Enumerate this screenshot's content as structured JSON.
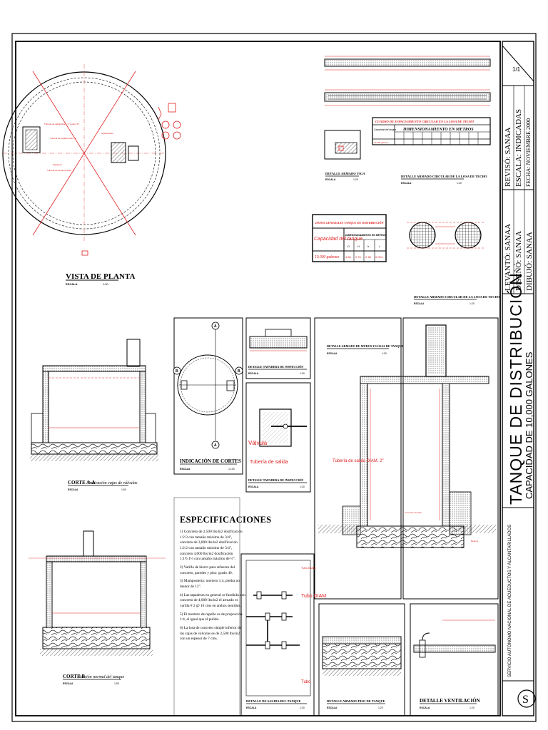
{
  "views": {
    "plan": {
      "title": "VISTA DE PLANTA",
      "scale_label": "ESCALA",
      "scale": "1:50",
      "labels": [
        "Tubería de salida Diam. 3\" (prolg. 6\")",
        "Tubería de rebalse Diam. 3\"",
        "Tubería de limpieza Diam. 2\"",
        "Hipoclorador",
        "Tapadera"
      ]
    },
    "cut_a": {
      "title": "CORTE A-A",
      "subtitle": "Indicación cajas de válvulas",
      "scale_label": "ESCALA",
      "scale": "1:50"
    },
    "cut_b": {
      "title": "CORTE B",
      "subtitle": "Sección normal del tanque",
      "scale_label": "ESCALA",
      "scale": "1:50"
    },
    "cut_index": {
      "title": "INDICACIÓN DE CORTES",
      "scale_label": "ESCALA",
      "scale": "1:100",
      "markers": [
        "A",
        "A",
        "B",
        "B"
      ]
    },
    "lid_top": {
      "title": "DETALLE TAPADERA DE INSPECCIÓN",
      "scale_label": "ESCALA",
      "scale": "1:20"
    },
    "lid_front": {
      "title": "DETALLE TAPADERA DE INSPECCIÓN",
      "scale_label": "ESCALA",
      "scale": "1:20",
      "labels": [
        "Tubería de salida",
        "Válvula"
      ]
    },
    "wall_reinf": {
      "title": "DETALLE ARMADO DE MUROS Y LOSAS DE TANQUE",
      "scale_label": "ESCALA",
      "scale": "1:20",
      "labels": [
        "Tubería de salida DIAM. 2\"",
        "Losa de concreto",
        "Relleno"
      ]
    },
    "outlet": {
      "title": "DETALLE DE SALIDA DEL TANQUE",
      "scale_label": "ESCALA",
      "scale": "1:20",
      "labels": [
        "Tubo DIAM",
        "Tubo DIAM",
        "Tubo"
      ]
    },
    "floor": {
      "title": "DETALLE ARMADO PISO DE TANQUE",
      "scale_label": "ESCALA",
      "scale": "1:20"
    },
    "vent": {
      "title": "DETALLE VENTILACIÓN",
      "scale_label": "ESCALA",
      "scale": "1:20"
    },
    "beam": {
      "title": "DETALLE ARMADO VIGA",
      "scale_label": "ESCALA",
      "scale": "1:20"
    },
    "roof_lab": {
      "title": "DETALLE ARMADO CIRCULAR DE LA LOSA DE TECHO",
      "scale_label": "ESCALA",
      "scale": "1:20"
    },
    "roof_section": {
      "title": "DETALLE ARMADO CIRCULAR DE LA LOSA DE TECHO",
      "scale_label": "ESCALA",
      "scale": "1:20"
    }
  },
  "spacing_table": {
    "title": "CUADRO DE ESPACIAMIENTO CIRCULAR EN LA LOSA DE TECHO",
    "col_capacity": "Capacidad del tanque",
    "col_dims": "DIMENSIONAMIENTO EN METROS",
    "row_label": "10,000 galones"
  },
  "general_table": {
    "title": "DATOS GENERALES TANQUE DE DISTRIBUCIÓN",
    "col_capacity": "Capacidad del tanque",
    "col_dims": "DIMENSIONAMIENTO EN METROS",
    "sub_headers": [
      "D",
      "H",
      "h",
      "t"
    ],
    "row_label": "10,000 galones",
    "row_values": [
      "4.60",
      "2.76",
      "2.38",
      "0.094"
    ]
  },
  "specifications": {
    "title": "ESPECIFICACIONES",
    "items": [
      "1) Concreto de 2,500 lbs/in2 dosificación 1:2:3 con tamaño máximo de 3/4\", concreto de 3,000 lbs/in2 dosificación 1:2:2 con tamaño máximo de 3/4\", concreto 4,000 lbs/in2 dosificación 1:1½:1½ con tamaño máximo de ½\".",
      "2) Varilla de hierro para refuerzo del concreto, paredes y piso: grado 40.",
      "3) Mampostería: mortero 1:4, piedra no menor de 12\".",
      "4) Las tapaderas en general se fundirán con concreto de 4,000 lbs/in2 el armado es varilla # 2 @ 10 cms en ambos sentidos.",
      "5) El mortero de repello es de proporción 1:4, al igual que el pulido.",
      "6) La losa de concreto simple inferior de las cajas de válvulas es de 2,500 lbs/in2 con un espesor de 7 cms."
    ]
  },
  "title_block": {
    "main_title": "TANQUE DE DISTRIBUCIÓN",
    "capacity": "CAPACIDAD DE 10,000 GALONES",
    "credits": [
      "LEVANTÓ: SANAA",
      "DISEÑÓ: SANAA",
      "DIBUJÓ: SANAA"
    ],
    "checks": [
      "REVISÓ: SANAA",
      "ESCALA: INDICADAS",
      "FECHA: NOVIEMBRE 2000"
    ],
    "sheet": "1/1",
    "org": "SERVICIO AUTÓNOMO NACIONAL DE ACUEDUCTOS Y ALCANTARILLADOS",
    "logo_letter": "S"
  }
}
